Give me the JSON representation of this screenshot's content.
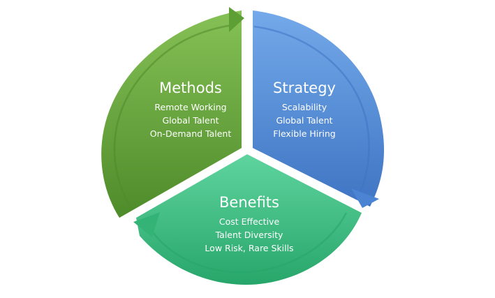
{
  "segments": [
    {
      "key": "methods",
      "title": "Methods",
      "items": [
        "Remote Working",
        "Global Talent",
        "On-Demand Talent"
      ],
      "colors": {
        "light": "#86c156",
        "mid": "#6aab3d",
        "dark": "#4e8b2a",
        "arrow": "#5d9e35"
      }
    },
    {
      "key": "strategy",
      "title": "Strategy",
      "items": [
        "Scalability",
        "Global Talent",
        "Flexible Hiring"
      ],
      "colors": {
        "light": "#74aaea",
        "mid": "#5b93db",
        "dark": "#3e74c2",
        "arrow": "#4a84d3"
      }
    },
    {
      "key": "benefits",
      "title": "Benefits",
      "items": [
        "Cost Effective",
        "Talent Diversity",
        "Low Risk, Rare Skills"
      ],
      "colors": {
        "light": "#5fd49e",
        "mid": "#3fc283",
        "dark": "#27a66a",
        "arrow": "#33b476"
      }
    }
  ]
}
